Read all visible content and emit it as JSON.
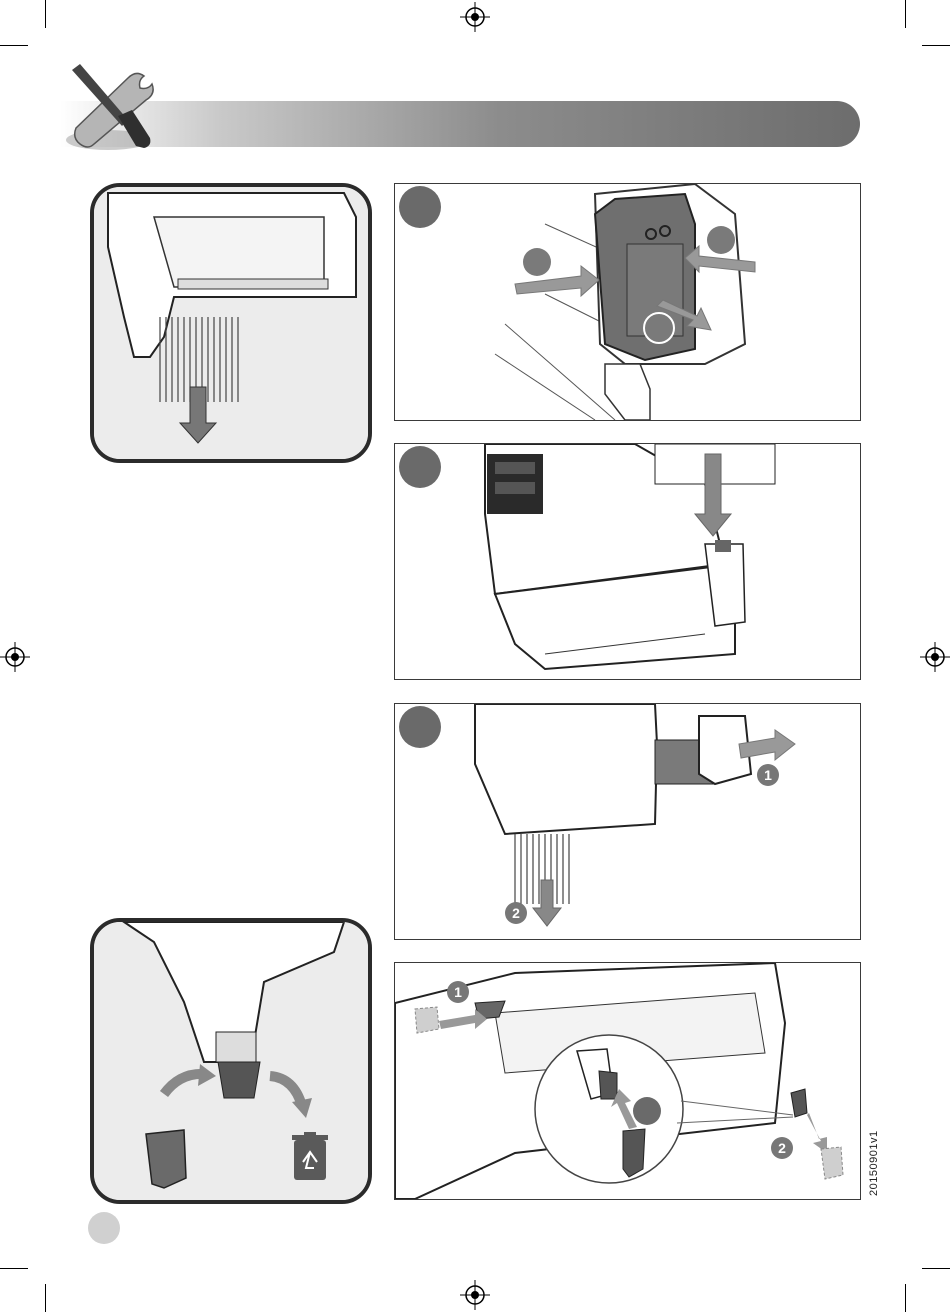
{
  "badges": {
    "one": "1",
    "two": "2"
  },
  "footer": {
    "version_code": "20150901v1"
  },
  "icons": {
    "header": "screwdriver-wrench-icon",
    "registration": "registration-target-icon",
    "recycle": "recycle-bin-icon",
    "arrow": "direction-arrow-icon"
  },
  "colors": {
    "header_gradient_dark": "#6d6d6d",
    "step_marker": "#6a6a6a",
    "frame_border": "#2b2b2b",
    "battery_gray": "#6f6f6f"
  }
}
